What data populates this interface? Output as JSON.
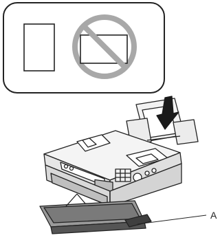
{
  "orientation_panel": {
    "allowed": "portrait-sheet",
    "not_allowed": "landscape-sheet",
    "prohibited_symbol": "prohibition-icon"
  },
  "printer": {
    "callout_label": "A",
    "load_direction_icon": "down-arrow-icon"
  },
  "colors": {
    "stroke": "#222222",
    "panel_fill": "#ffffff",
    "prohibition_gray": "#a8a8a8",
    "printer_gray": "#d9d9d9",
    "tray_dark": "#555555",
    "arrow_fill": "#1a1a1a"
  }
}
